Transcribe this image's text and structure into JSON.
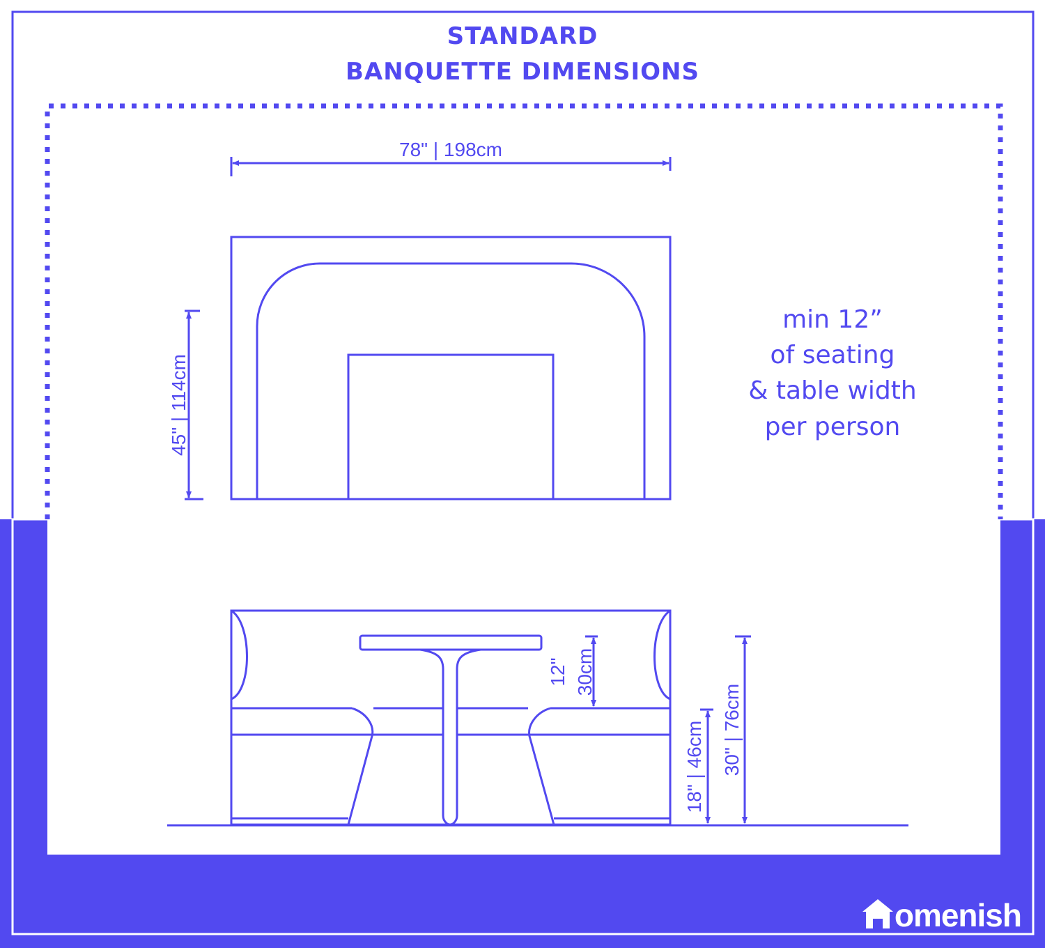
{
  "title": {
    "line1": "STANDARD",
    "line2": "BANQUETTE DIMENSIONS"
  },
  "note": {
    "lines": [
      "min 12”",
      "of seating",
      "& table width",
      "per person"
    ]
  },
  "dimensions": {
    "width": "78\" | 198cm",
    "depth": "45\" | 114cm",
    "knee_gap_in": "12\"",
    "knee_gap_cm": "30cm",
    "seat_height": "18\" | 46cm",
    "table_height": "30\" | 76cm"
  },
  "brand": {
    "name": "Homenish",
    "suffix": "omenish",
    "icon": "house-icon"
  },
  "colors": {
    "primary": "#5249f0",
    "background": "#ffffff"
  }
}
